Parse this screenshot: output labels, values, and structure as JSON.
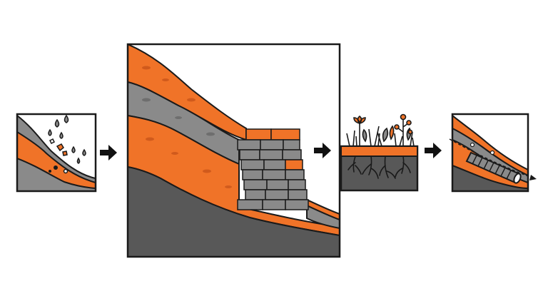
{
  "diagram": {
    "panels": [
      {
        "id": "eroding-slope",
        "icon": "rain-erosion-slope"
      },
      {
        "id": "retaining-wall",
        "icon": "brick-retaining-wall"
      },
      {
        "id": "vegetation",
        "icon": "plants-with-roots"
      },
      {
        "id": "drainage",
        "icon": "drainage-pipe"
      }
    ],
    "arrows": [
      "arrow-right",
      "arrow-right",
      "arrow-right"
    ],
    "colors": {
      "soil_orange": "#f07328",
      "rock_gray": "#8a8a8a",
      "bedrock_dark": "#585858",
      "outline": "#1a1a1a",
      "background": "#ffffff"
    }
  }
}
